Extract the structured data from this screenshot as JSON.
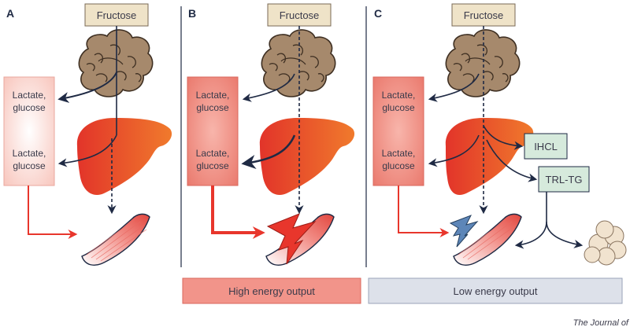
{
  "panels": [
    {
      "letter": "A",
      "input_label": "Fructose",
      "box_label_top": [
        "Lactate,",
        "glucose"
      ],
      "box_label_bottom": [
        "Lactate,",
        "glucose"
      ]
    },
    {
      "letter": "B",
      "input_label": "Fructose",
      "box_label_top": [
        "Lactate,",
        "glucose"
      ],
      "box_label_bottom": [
        "Lactate,",
        "glucose"
      ],
      "output_label": "High energy output"
    },
    {
      "letter": "C",
      "input_label": "Fructose",
      "box_label_top": [
        "Lactate,",
        "glucose"
      ],
      "box_label_bottom": [
        "Lactate,",
        "glucose"
      ],
      "ihcl_label": "IHCL",
      "trltg_label": "TRL-TG",
      "output_label": "Low energy output"
    }
  ],
  "footer_credit": "The Journal of",
  "colors": {
    "fructose_box": "#efe3c8",
    "box_light": "#fde3dd",
    "box_strong": "#f2948a",
    "liver": "#e2402a",
    "intestine": "#a6896c",
    "arrow_red": "#e8362c",
    "arrow_dark": "#1f2a44",
    "green_box": "#d6eadc",
    "grey_box": "#dde1ea",
    "fat": "#f1e3cf"
  },
  "icons": [
    "intestine-icon",
    "liver-icon",
    "muscle-icon",
    "lightning-icon",
    "fat-cells-icon"
  ]
}
